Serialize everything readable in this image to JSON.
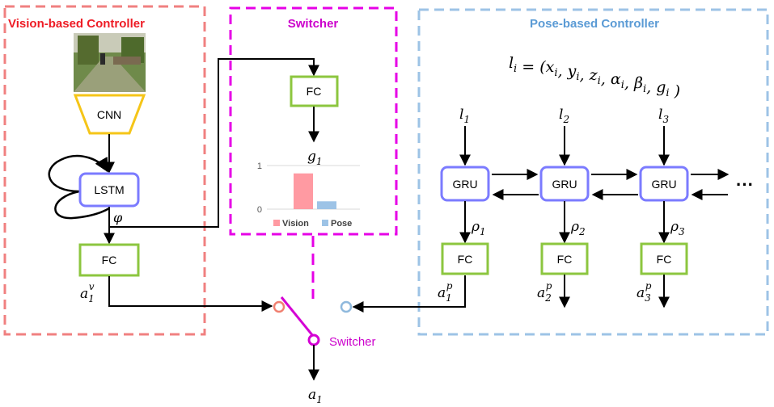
{
  "panels": {
    "vision": {
      "title": "Vision-based Controller",
      "color": "#ee1c25"
    },
    "switcher": {
      "title": "Switcher",
      "color": "#cc00cc"
    },
    "pose": {
      "title": "Pose-based Controller",
      "color": "#5b9bd5"
    }
  },
  "vision": {
    "cnn_label": "CNN",
    "lstm_label": "LSTM",
    "fc_label": "FC",
    "phi": "φ",
    "action": {
      "base": "a",
      "sub": "1",
      "sup": "v"
    }
  },
  "switcher": {
    "fc_label": "FC",
    "gate": {
      "base": "g",
      "sub": "1"
    },
    "switch_label": "Switcher",
    "output": {
      "base": "a",
      "sub": "1"
    }
  },
  "pose": {
    "formula": "l_i = (x_i, y_i, z_i, α_i, β_i, g_i )",
    "inputs": [
      {
        "base": "l",
        "sub": "1"
      },
      {
        "base": "l",
        "sub": "2"
      },
      {
        "base": "l",
        "sub": "3"
      }
    ],
    "gru_label": "GRU",
    "fc_label": "FC",
    "hidden": [
      {
        "base": "ρ",
        "sub": "1"
      },
      {
        "base": "ρ",
        "sub": "2"
      },
      {
        "base": "ρ",
        "sub": "3"
      }
    ],
    "actions": [
      {
        "base": "a",
        "sub": "1",
        "sup": "p"
      },
      {
        "base": "a",
        "sub": "2",
        "sup": "p"
      },
      {
        "base": "a",
        "sub": "3",
        "sup": "p"
      }
    ],
    "ellipsis": "···"
  },
  "chart_data": {
    "type": "bar",
    "categories": [
      "Vision",
      "Pose"
    ],
    "values": [
      0.82,
      0.18
    ],
    "ylim": [
      0,
      1
    ],
    "yticks": [
      "0",
      "1"
    ],
    "colors": [
      "#ff9aa2",
      "#9dc3e6"
    ],
    "legend": [
      "Vision",
      "Pose"
    ],
    "grid": true
  },
  "colors": {
    "cnn": "#f5c518",
    "lstm_gru": "#7b7bff",
    "fc": "#8cc63f",
    "arrow": "#000000",
    "switch": "#d400d4",
    "vision_port": "#f08070",
    "pose_port": "#8fb9dd"
  }
}
